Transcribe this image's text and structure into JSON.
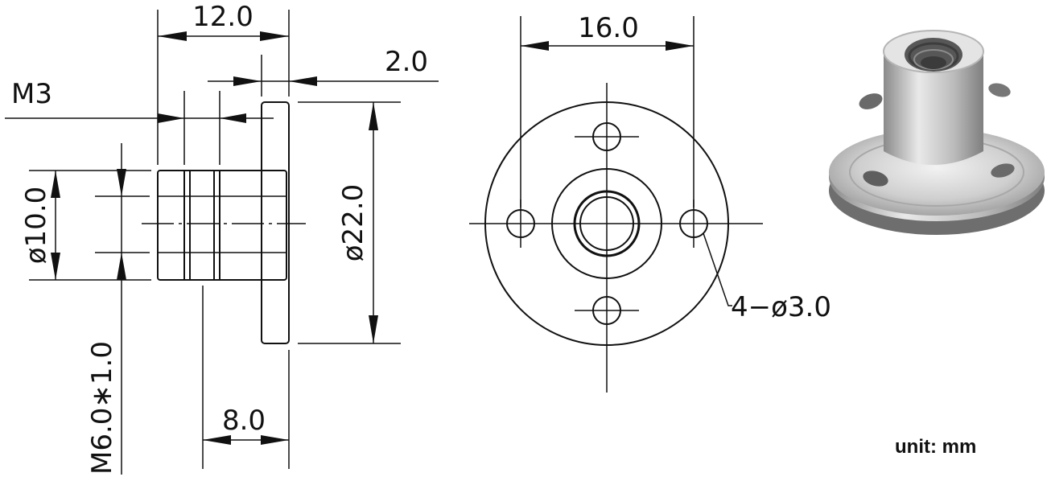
{
  "colors": {
    "ink": "#111111",
    "background": "#ffffff",
    "photo_metal": "#c9c9c9"
  },
  "side_view": {
    "overall_length": "12.0",
    "flange_thickness": "2.0",
    "screw_size": "M3",
    "body_diameter": "ø10.0",
    "flange_diameter": "ø22.0",
    "thread": "M6.0∗1.0",
    "body_length": "8.0"
  },
  "front_view": {
    "hole_spacing": "16.0",
    "holes": "4−ø3.0"
  },
  "unit_note": "unit: mm",
  "photo": {
    "icon": "flange-nut-photo"
  }
}
